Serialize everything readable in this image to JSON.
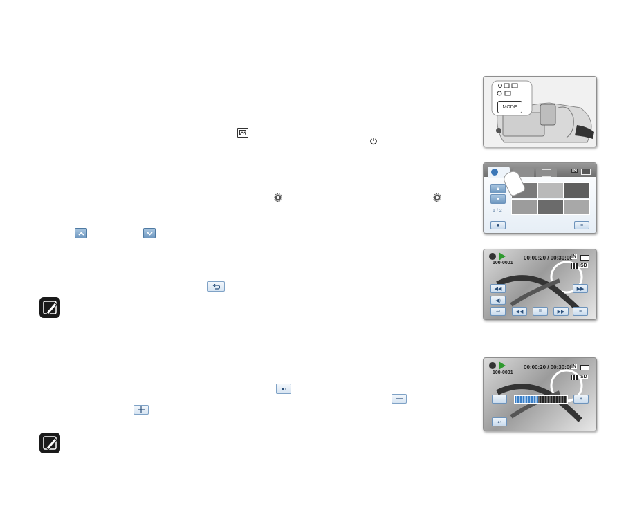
{
  "inline_icons": {
    "mode_icon": "photo-frame-icon",
    "power_icon": "power-icon",
    "gear_1": "settings-gear-icon",
    "gear_2": "settings-gear-icon",
    "up_button": "chevron-up-icon",
    "down_button": "chevron-down-icon",
    "return_button": "return-arrow-icon",
    "volume_button": "speaker-icon",
    "minus_button": "minus-icon",
    "plus_button": "plus-icon"
  },
  "notes": [
    "note-pencil-icon",
    "note-pencil-icon"
  ],
  "camera_illustration": {
    "mode_label": "MODE"
  },
  "thumbnail_screen": {
    "page_counter": "1 / 2",
    "memory_badge": "IN",
    "battery": "battery-icon"
  },
  "playback_screen": {
    "time": "00:00:20 / 00:30:00",
    "file_number": "100-0001",
    "memory_badge": "IN",
    "quality_badge": "SD"
  },
  "volume_screen": {
    "time": "00:00:20 / 00:30:00",
    "file_number": "100-0001",
    "memory_badge": "IN",
    "quality_badge": "SD",
    "volume_level": 0.45
  }
}
